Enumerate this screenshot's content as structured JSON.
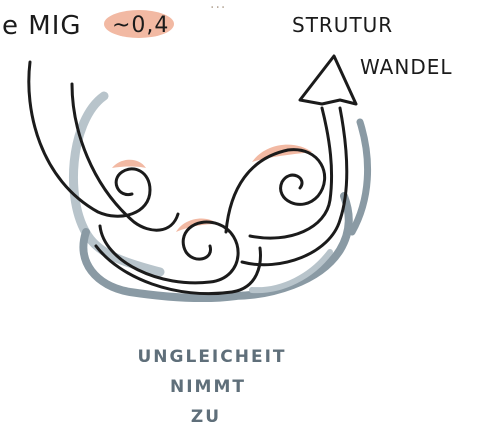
{
  "top_left": {
    "label": "e MIG",
    "value": "~0,4"
  },
  "top_faint": "...",
  "right_label": {
    "line1": "STRUTUR",
    "line2": "WANDEL"
  },
  "bottom_label": {
    "line1": "UNGLEICHEIT",
    "line2": "NIMMT",
    "line3": "ZU"
  },
  "colors": {
    "ink": "#1b1b1b",
    "shadow": "#8a9aa4",
    "shadow_light": "#b8c4cb",
    "highlight": "#f2b9a3",
    "bottom_text": "#5f6f7a"
  }
}
